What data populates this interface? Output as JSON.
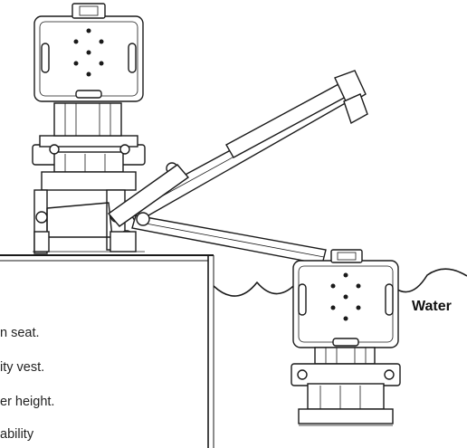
{
  "labels": {
    "water": "Water"
  },
  "notes": [
    "n seat.",
    "ity vest.",
    "er height.",
    "ability"
  ]
}
